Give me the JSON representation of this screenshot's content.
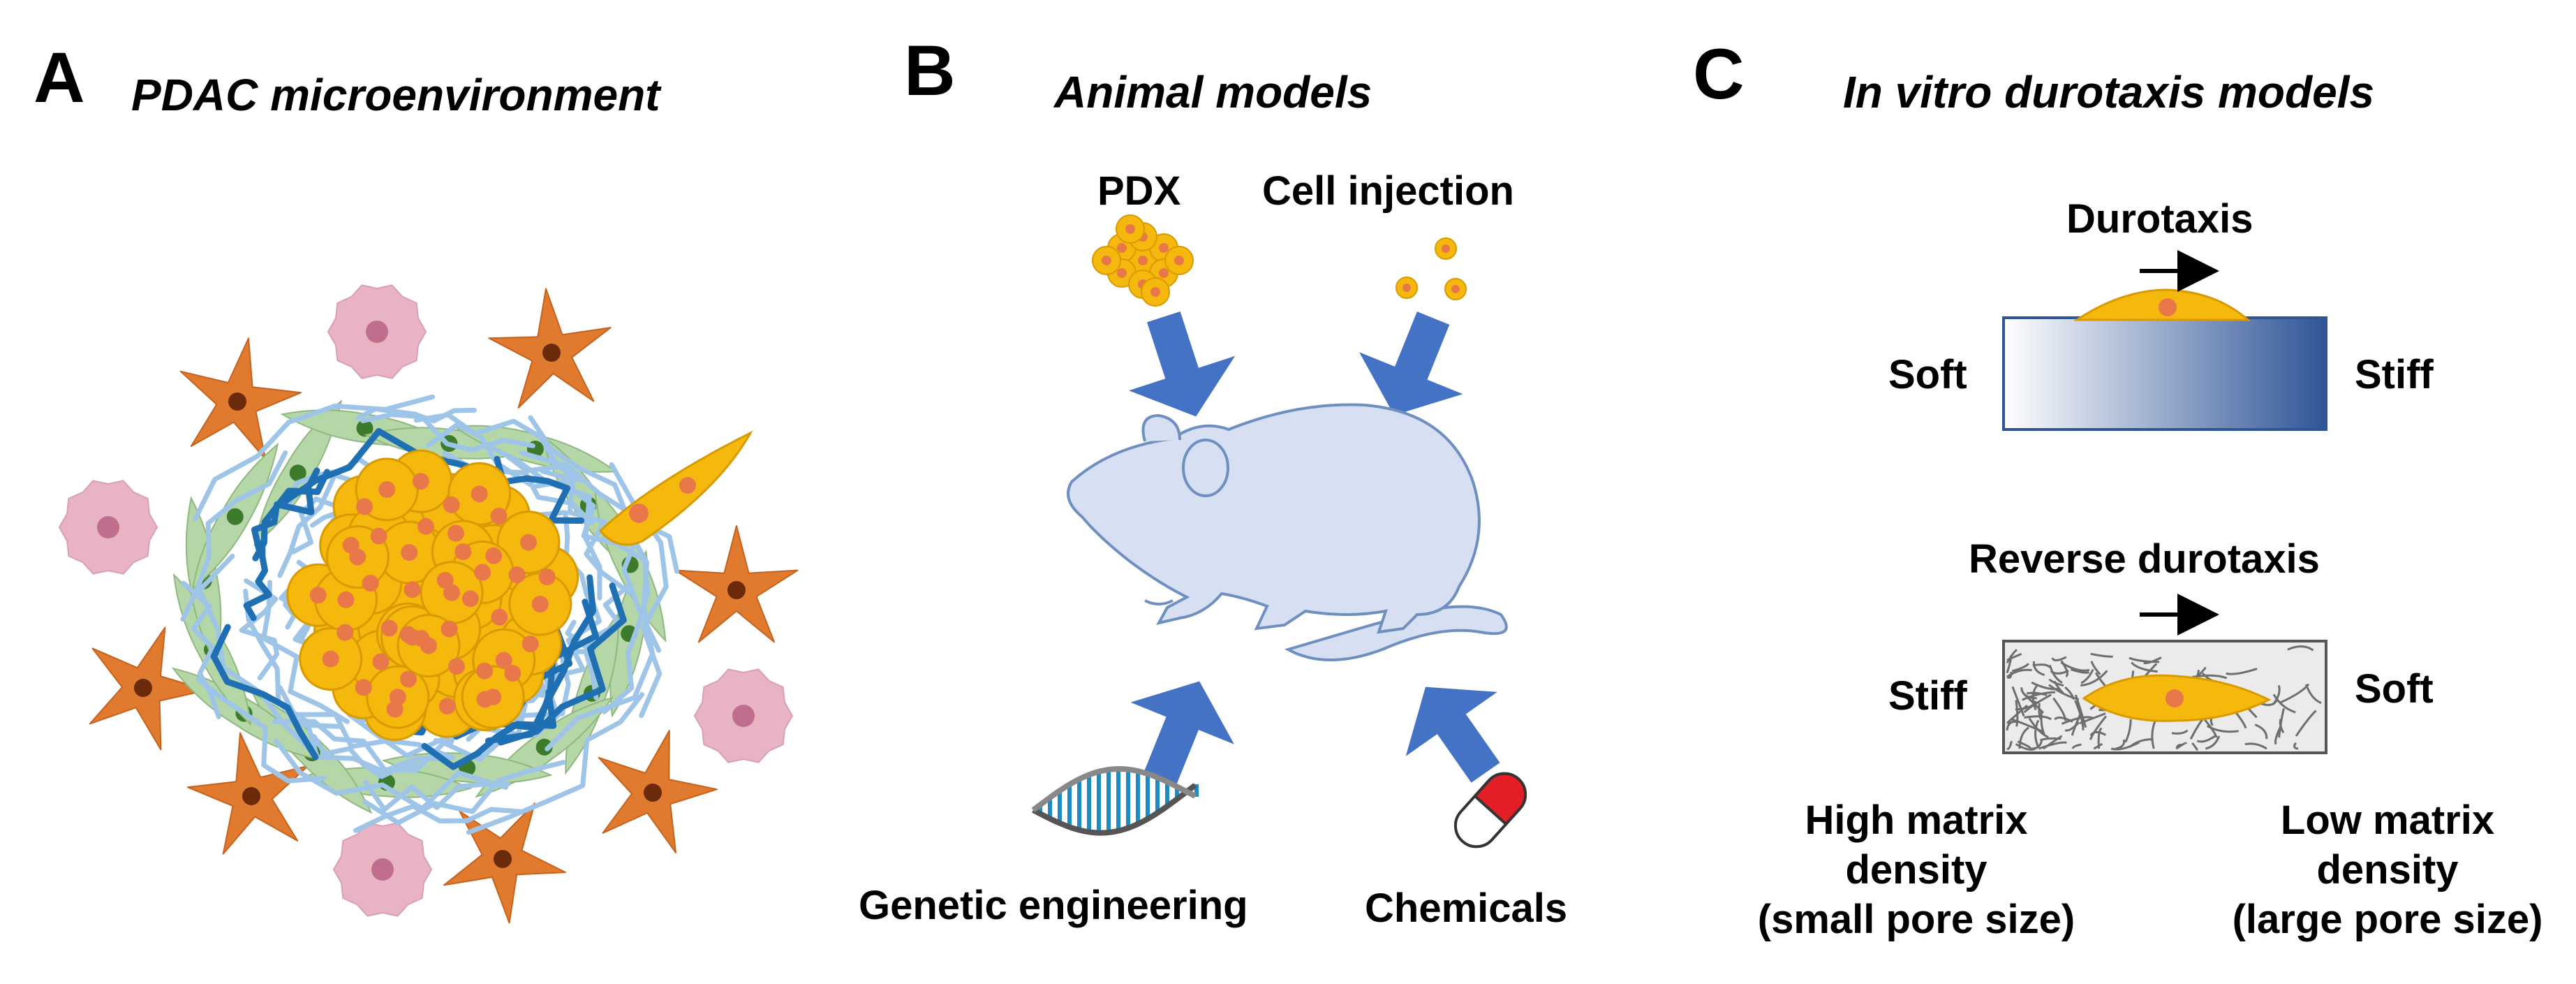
{
  "colors": {
    "tumor": "#F5B80C",
    "nucleus": "#E8784A",
    "fibroblast": "#B5D6A7",
    "collagen_light": "#9EC5E8",
    "collagen_dark": "#1F6FB3",
    "stellate": "#E07A2F",
    "immune": "#E8B4C4",
    "mouse": "#D6E0F2",
    "arrow": "#4472C4",
    "gradient_end": "#2F5597"
  },
  "panelA": {
    "letter": "A",
    "title": "PDAC microenvironment"
  },
  "panelB": {
    "letter": "B",
    "title": "Animal models",
    "labels": {
      "pdx": "PDX",
      "cell_injection": "Cell injection",
      "genetic": "Genetic engineering",
      "chemicals": "Chemicals"
    },
    "icons": [
      "cell-cluster-icon",
      "cells-icon",
      "dna-icon",
      "capsule-icon",
      "mouse-icon"
    ]
  },
  "panelC": {
    "letter": "C",
    "title": "In vitro durotaxis models",
    "top": {
      "label": "Durotaxis",
      "left": "Soft",
      "right": "Stiff"
    },
    "bottom": {
      "label": "Reverse durotaxis",
      "left": "Stiff",
      "right": "Soft",
      "left_caption": "High matrix\ndensity\n(small pore size)",
      "right_caption": "Low matrix\ndensity\n(large pore size)"
    }
  }
}
